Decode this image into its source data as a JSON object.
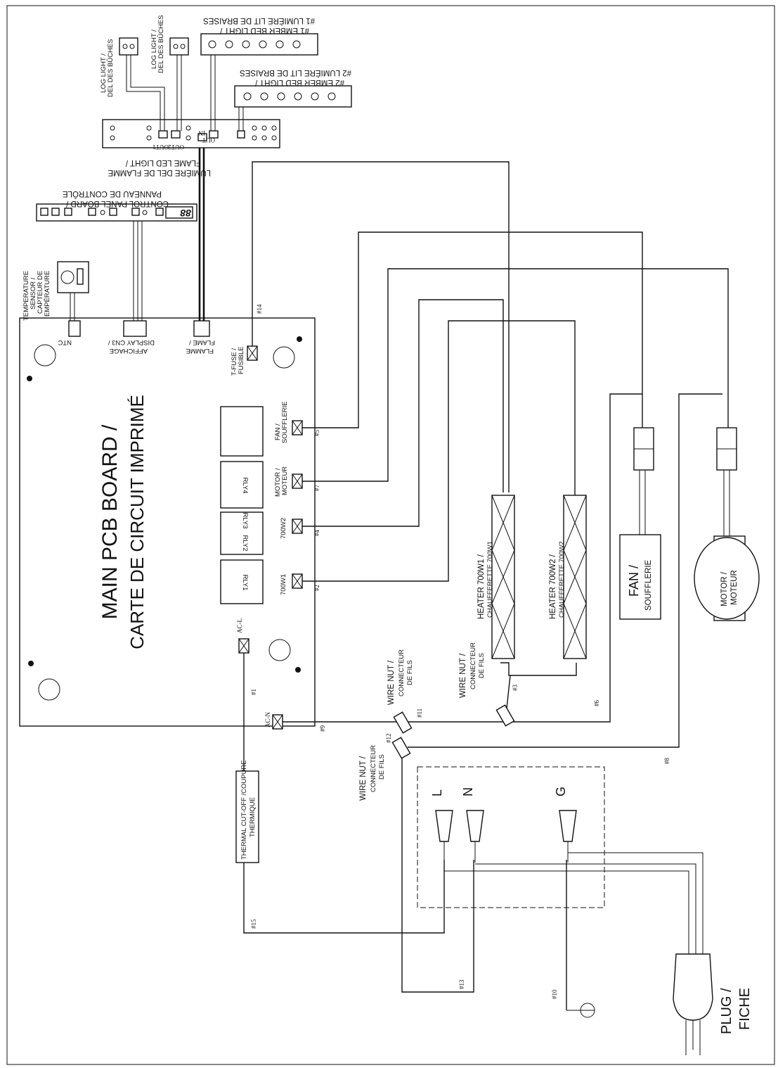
{
  "board": {
    "title_line1": "MAIN PCB BOARD /",
    "title_line2": "CARTE DE CIRCUIT IMPRIMÉ",
    "ports": {
      "ntc": "NTC",
      "display_l1": "DISPLAY CN3 /",
      "display_l2": "AFFICHAGE",
      "flame_l1": "FLAME /",
      "flame_l2": "FLAMME",
      "tfuse_l1": "T-FUSE /",
      "tfuse_l2": "FUSIBLE",
      "fan_l1": "FAN /",
      "fan_l2": "SOUFFLERIE",
      "motor_l1": "MOTOR /",
      "motor_l2": "MOTEUR",
      "w2": "700W2",
      "w1": "700W1",
      "acl": "AC-L",
      "acn": "AC-N"
    },
    "relays": [
      "RLY1",
      "RLY2",
      "RLY3",
      "RLY4"
    ]
  },
  "components": {
    "temp_sensor": [
      "TEMPERATURE",
      "SENSOR /",
      "CAPTEUR DE",
      "EMPÉRATURE"
    ],
    "control_panel": [
      "CONTROL PANEL BOARD /",
      "PANNEAU DE CONTRÔLE"
    ],
    "control_display": "88",
    "flame_led": [
      "FLAME LED LIGHT /",
      "LUMIÈRE DEL DE FLAMME"
    ],
    "log_light": [
      "LOG LIGHT /",
      "DEL DES BÛCHES"
    ],
    "ember1": [
      "#1 EMBER BED LIGHT /",
      "#1 LUMIÈRE LIT DE BRAISES"
    ],
    "ember2": [
      "#2 EMBER BED LIGHT /",
      "#2 LUMIÈRE LIT DE BRAISES"
    ],
    "heater1": [
      "HEATER 700W1 /",
      "CHAUFFERETTE 700W1"
    ],
    "heater2": [
      "HEATER 700W2 /",
      "CHAUFFERETTE 700W2"
    ],
    "fan": [
      "FAN /",
      "SOUFFLERIE"
    ],
    "motor": [
      "MOTOR /",
      "MOTEUR"
    ],
    "wire_nut": [
      "WIRE NUT /",
      "CONNECTEUR",
      "DE FILS"
    ],
    "thermal": [
      "THERMAL CUT-OFF /COUPURE",
      "THERMIQUE"
    ],
    "plug": [
      "PLUG /",
      "FICHE"
    ],
    "terminals": [
      "L",
      "N",
      "G"
    ],
    "led_board_labels": [
      "OUT",
      "IN",
      "OUT1",
      "OUT2"
    ]
  },
  "wire_numbers": [
    "#1",
    "#2",
    "#3",
    "#4",
    "#5",
    "#6",
    "#7",
    "#8",
    "#9",
    "#10",
    "#11",
    "#12",
    "#13",
    "#14",
    "#15"
  ]
}
